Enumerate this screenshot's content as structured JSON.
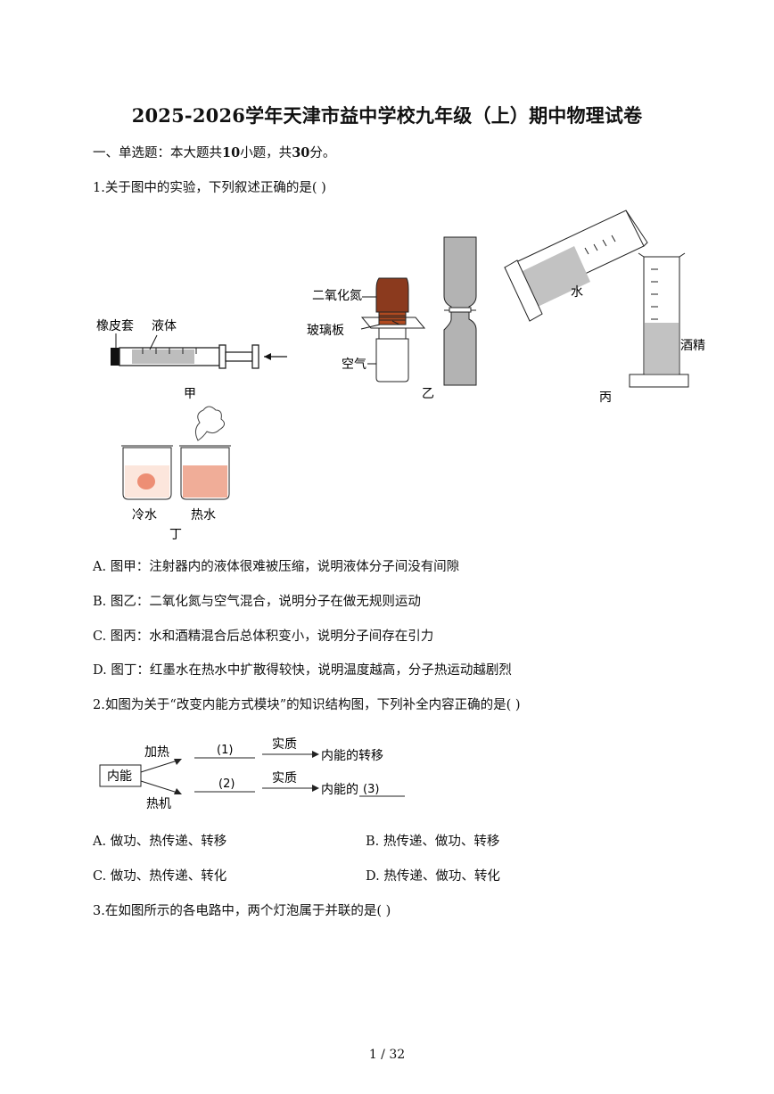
{
  "title": "2025-2026学年天津市益中学校九年级（上）期中物理试卷",
  "section": {
    "prefix": "一、单选题：本大题共",
    "count": "10",
    "middle": "小题，共",
    "score": "30",
    "suffix": "分。"
  },
  "questions": [
    {
      "stem": "1.关于图中的实验，下列叙述正确的是(    )",
      "figure_labels": {
        "rubber_cap": "橡皮套",
        "liquid": "液体",
        "jia": "甲",
        "no2": "二氧化氮",
        "glass_plate": "玻璃板",
        "air": "空气",
        "yi": "乙",
        "water": "水",
        "alcohol": "酒精",
        "bing": "丙",
        "cold_water": "冷水",
        "hot_water": "热水",
        "ding": "丁"
      },
      "options": [
        "A. 图甲：注射器内的液体很难被压缩，说明液体分子间没有间隙",
        "B. 图乙：二氧化氮与空气混合，说明分子在做无规则运动",
        "C. 图丙：水和酒精混合后总体积变小，说明分子间存在引力",
        "D. 图丁：红墨水在热水中扩散得较快，说明温度越高，分子热运动越剧烈"
      ]
    },
    {
      "stem": "2.如图为关于“改变内能方式模块”的知识结构图，下列补全内容正确的是(    )",
      "figure_labels": {
        "internal_energy": "内能",
        "heating": "加热",
        "engine": "热机",
        "blank1": "(1)",
        "blank2": "(2)",
        "essence1": "实质",
        "essence2": "实质",
        "result1": "内能的转移",
        "result2_prefix": "内能的",
        "blank3": "(3)"
      },
      "options": [
        "A. 做功、热传递、转移",
        "B. 热传递、做功、转移",
        "C. 做功、热传递、转化",
        "D. 热传递、做功、转化"
      ]
    },
    {
      "stem": "3.在如图所示的各电路中，两个灯泡属于并联的是(    )"
    }
  ],
  "page_number": "1 / 32"
}
